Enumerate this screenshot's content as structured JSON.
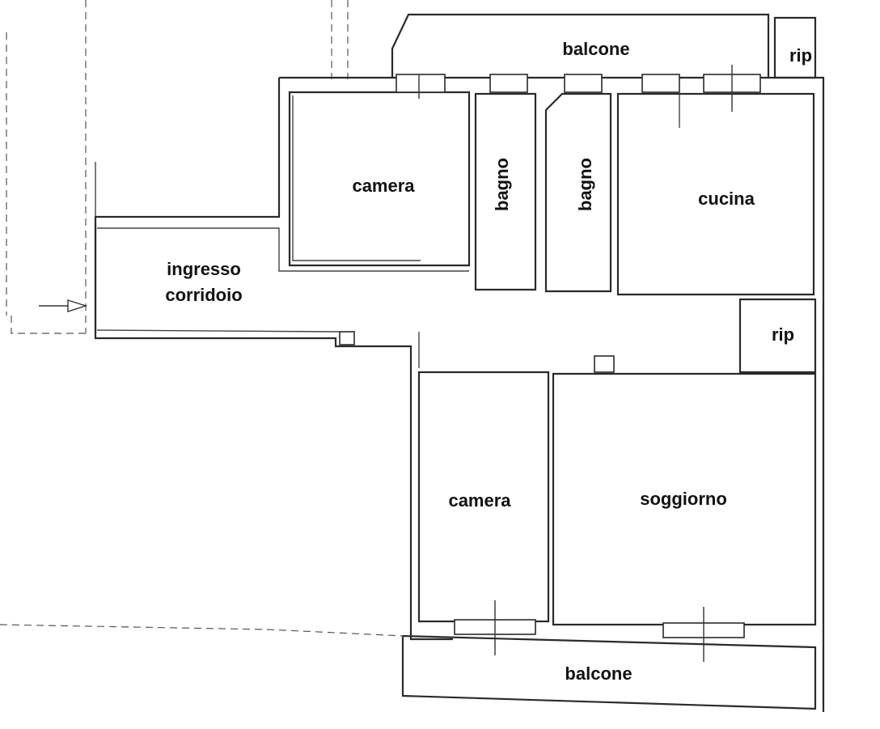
{
  "rooms": {
    "balcone_top": "balcone",
    "rip_top": "rip",
    "camera_top": "camera",
    "bagno_1": "bagno",
    "bagno_2": "bagno",
    "cucina": "cucina",
    "ingresso": "ingresso",
    "corridoio": "corridoio",
    "rip_mid": "rip",
    "camera_bottom": "camera",
    "soggiorno": "soggiorno",
    "balcone_bottom": "balcone"
  }
}
